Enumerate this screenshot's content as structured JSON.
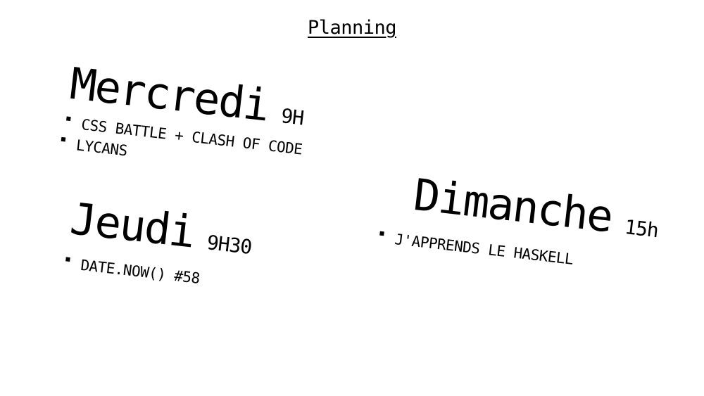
{
  "title": "Planning",
  "days": [
    {
      "name": "Mercredi",
      "time": "9H",
      "activities": [
        "CSS BATTLE + CLASH OF CODE",
        "LYCANS"
      ]
    },
    {
      "name": "Jeudi",
      "time": "9H30",
      "activities": [
        "DATE.NOW() #58"
      ]
    },
    {
      "name": "Dimanche",
      "time": "15h",
      "activities": [
        "J'APPRENDS LE HASKELL"
      ]
    }
  ]
}
